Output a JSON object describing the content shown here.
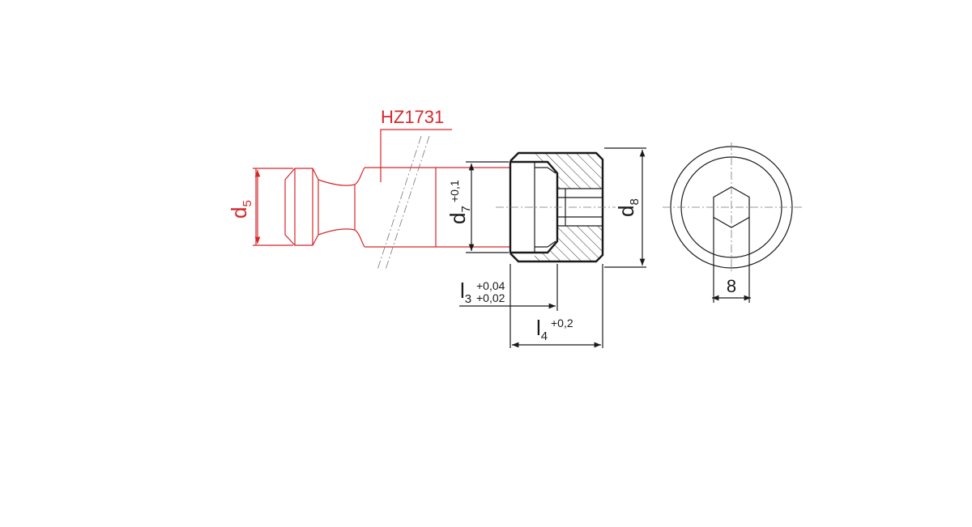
{
  "part_number": "HZ1731",
  "colors": {
    "reference_part": "#d7262a",
    "drawing_lines": "#1a1a1a",
    "center_lines": "#777777",
    "background": "#ffffff"
  },
  "dimensions": {
    "d5": {
      "symbol": "d",
      "index": "5"
    },
    "d7": {
      "symbol": "d",
      "index": "7",
      "tolerance": "+0,1"
    },
    "d8": {
      "symbol": "d",
      "index": "8"
    },
    "l3": {
      "symbol": "l",
      "index": "3",
      "tolerance_upper": "+0,04",
      "tolerance_lower": "+0,02"
    },
    "l4": {
      "symbol": "l",
      "index": "4",
      "tolerance": "+0,2"
    },
    "hex_width": "8"
  }
}
